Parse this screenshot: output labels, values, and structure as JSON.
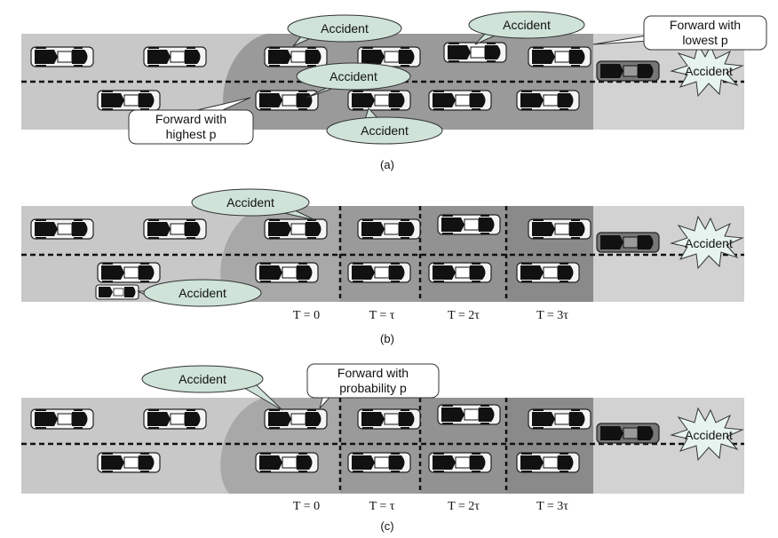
{
  "panels": [
    {
      "caption": "(a)",
      "callouts": [
        {
          "text": "Accident"
        },
        {
          "text": "Accident"
        },
        {
          "text": "Accident"
        },
        {
          "text": "Accident"
        },
        {
          "lines": [
            "Forward with",
            "lowest p"
          ]
        },
        {
          "lines": [
            "Forward with",
            "highest p"
          ]
        }
      ],
      "burst": "Accident"
    },
    {
      "caption": "(b)",
      "callouts": [
        {
          "text": "Accident"
        },
        {
          "text": "Accident"
        }
      ],
      "burst": "Accident",
      "time_labels": [
        "T = 0",
        "T = τ",
        "T = 2τ",
        "T = 3τ"
      ]
    },
    {
      "caption": "(c)",
      "callouts": [
        {
          "text": "Accident"
        },
        {
          "lines": [
            "Forward with",
            "probability p"
          ]
        }
      ],
      "burst": "Accident",
      "time_labels": [
        "T = 0",
        "T = τ",
        "T = 2τ",
        "T = 3τ"
      ]
    }
  ],
  "colors": {
    "road_light": "#c8c8c8",
    "road_mid": "#9a9a9a",
    "road_dark": "#8a8a8a",
    "callout_fill": "#cfe3d9",
    "burst_fill": "#e6f3ee"
  }
}
